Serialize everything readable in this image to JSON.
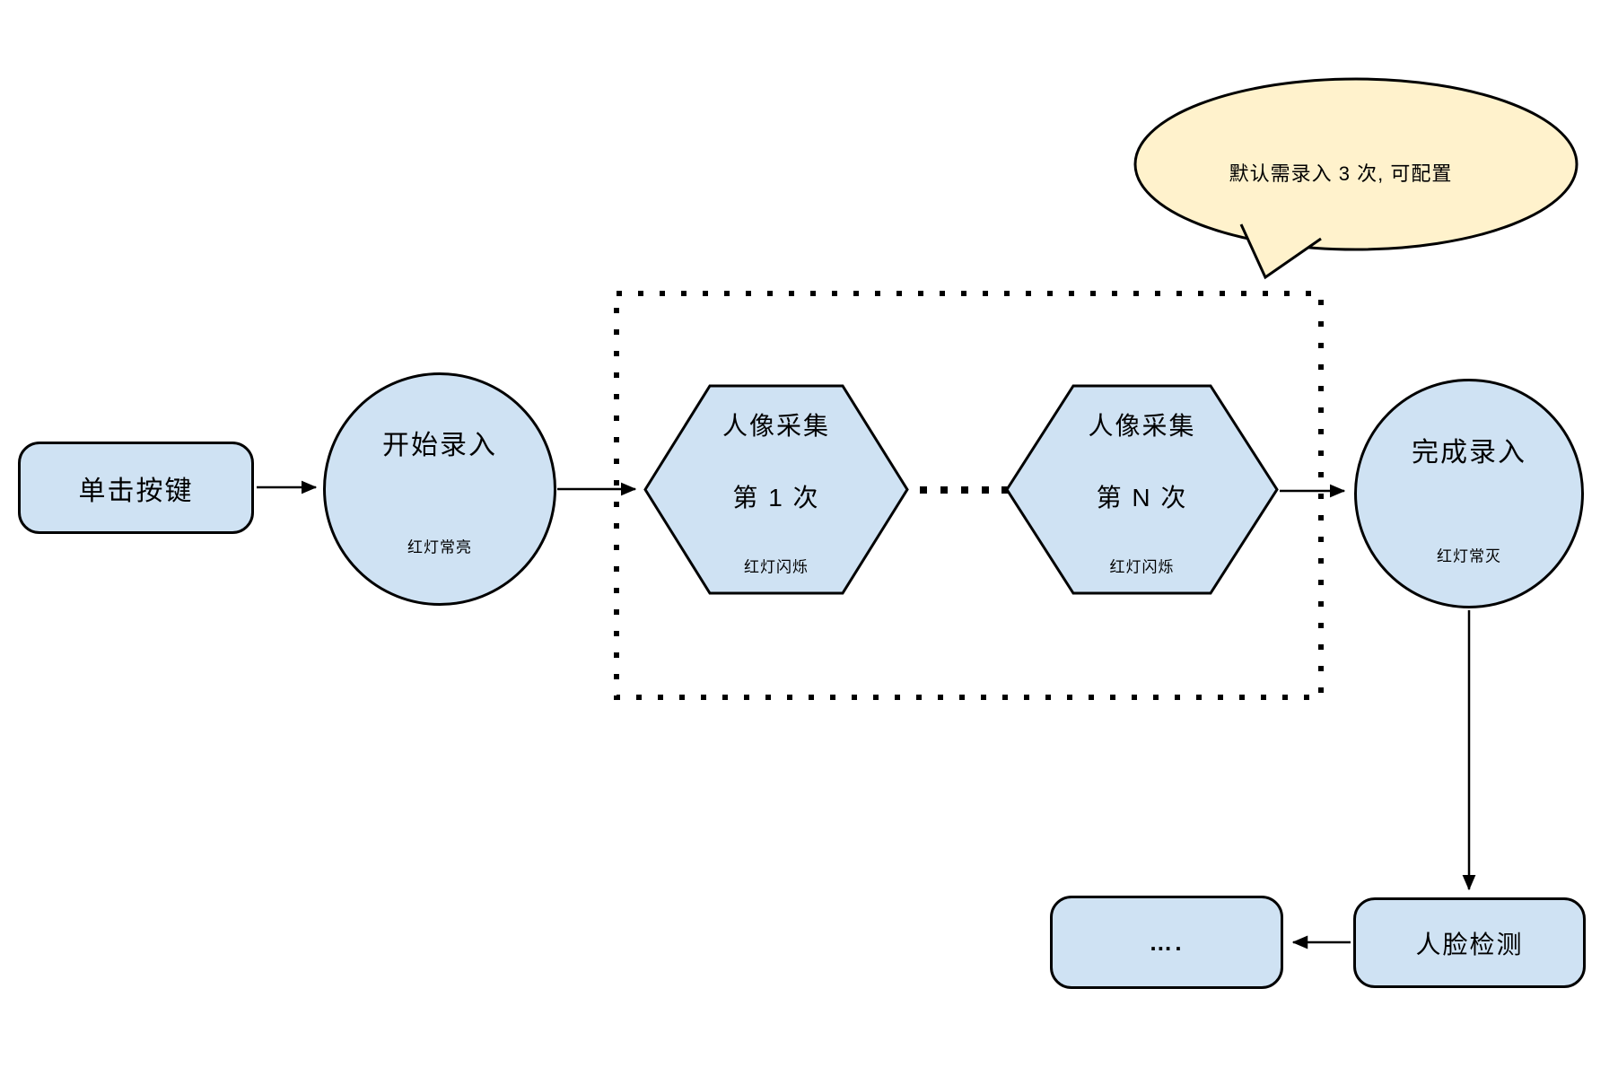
{
  "colors": {
    "background": "#ffffff",
    "node_fill": "#cfe2f3",
    "node_stroke": "#000000",
    "bubble_fill": "#fff2cc"
  },
  "nodes": {
    "click_button": {
      "label": "单击按键"
    },
    "start": {
      "label": "开始录入",
      "status": "红灯常亮"
    },
    "capture_first": {
      "line1": "人像采集",
      "line2": "第 1 次",
      "status": "红灯闪烁"
    },
    "capture_nth": {
      "line1": "人像采集",
      "line2": "第 N 次",
      "status": "红灯闪烁"
    },
    "finish": {
      "label": "完成录入",
      "status": "红灯常灭"
    },
    "face_detect": {
      "label": "人脸检测"
    },
    "more": {
      "label": "…."
    }
  },
  "callout": {
    "text": "默认需录入 3 次, 可配置"
  }
}
